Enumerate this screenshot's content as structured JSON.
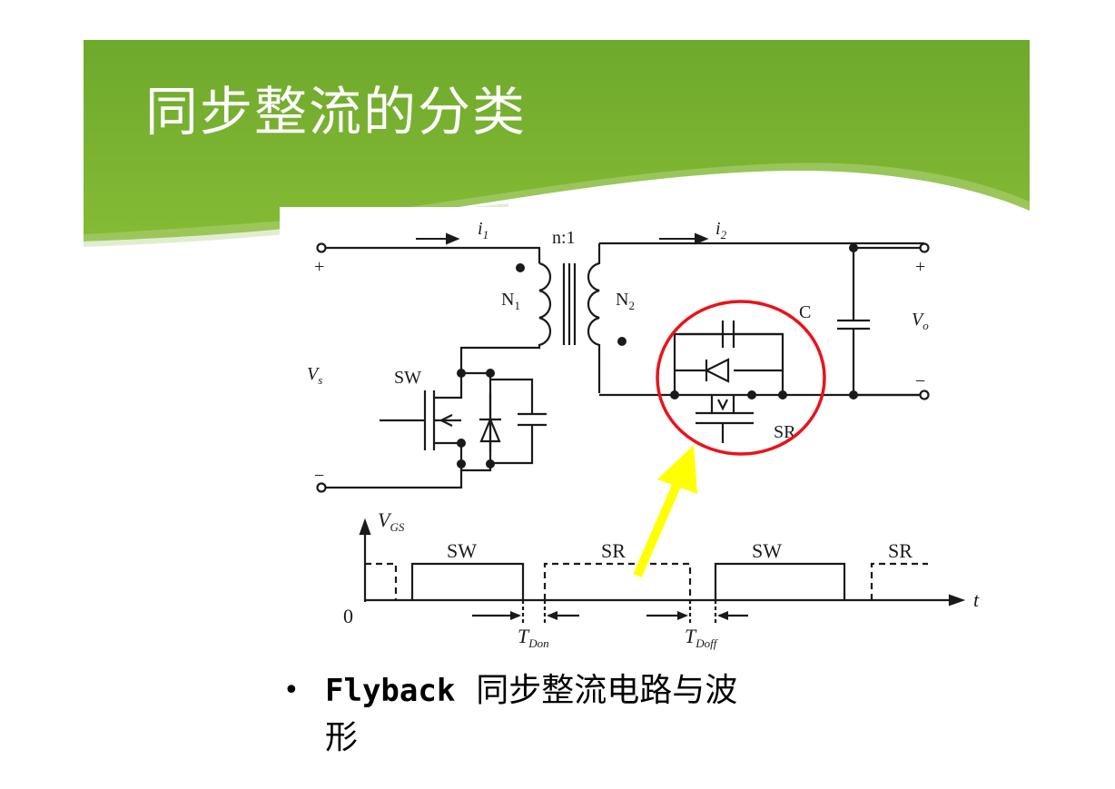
{
  "slide": {
    "title": "同步整流的分类",
    "accent_color": "#7ab32e",
    "bullet": {
      "keyword": "Flyback",
      "text_line1": "同步整流电路与波",
      "text_line2": "形"
    }
  },
  "figure": {
    "circuit_labels": {
      "i1": "i",
      "i1_sub": "1",
      "i2": "i",
      "i2_sub": "2",
      "turns_ratio": "n:1",
      "n1": "N",
      "n1_sub": "1",
      "n2": "N",
      "n2_sub": "2",
      "cap": "C",
      "vo": "V",
      "vo_sub": "o",
      "vs": "V",
      "vs_sub": "s",
      "sw": "SW",
      "sr": "SR",
      "plus_in": "+",
      "minus_in": "−",
      "plus_out": "+",
      "minus_out": "−"
    },
    "waveform_labels": {
      "vgs": "V",
      "vgs_sub": "GS",
      "sw1": "SW",
      "sr1": "SR",
      "sw2": "SW",
      "sr2": "SR",
      "origin": "0",
      "t_axis": "t",
      "tdon": "T",
      "tdon_sub": "Don",
      "tdoff": "T",
      "tdoff_sub": "Doff"
    },
    "highlight_color": "#e8141c",
    "arrow_color": "#ffff00"
  }
}
